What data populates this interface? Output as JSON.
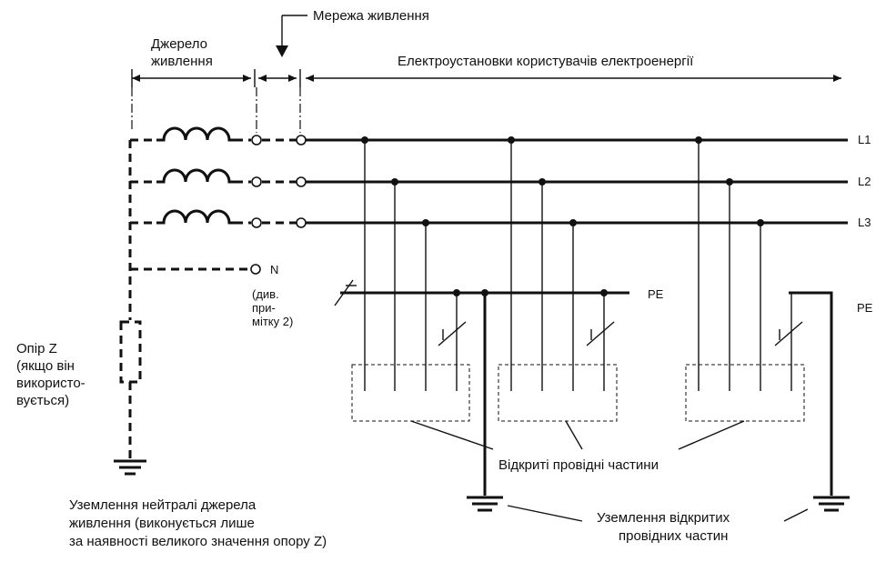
{
  "labels": {
    "supply_network": "Мережа живлення",
    "power_source_line1": "Джерело",
    "power_source_line2": "живлення",
    "consumer_installations": "Електроустановки користувачів електроенергії",
    "l1": "L1",
    "l2": "L2",
    "l3": "L3",
    "n": "N",
    "pe_left": "PE",
    "pe_right": "PE",
    "note_line1": "(див.",
    "note_line2": "при-",
    "note_line3": "мітку 2)",
    "resistance_line1": "Опір Z",
    "resistance_line2": "(якщо він",
    "resistance_line3": "використо-",
    "resistance_line4": "вується)",
    "neutral_earthing_line1": "Уземлення нейтралі джерела",
    "neutral_earthing_line2": "живлення (виконується лише",
    "neutral_earthing_line3": "за наявності великого значення опору Z)",
    "exposed_parts": "Відкриті провідні частини",
    "exposed_earthing_line1": "Уземлення відкритих",
    "exposed_earthing_line2": "провідних частин"
  }
}
